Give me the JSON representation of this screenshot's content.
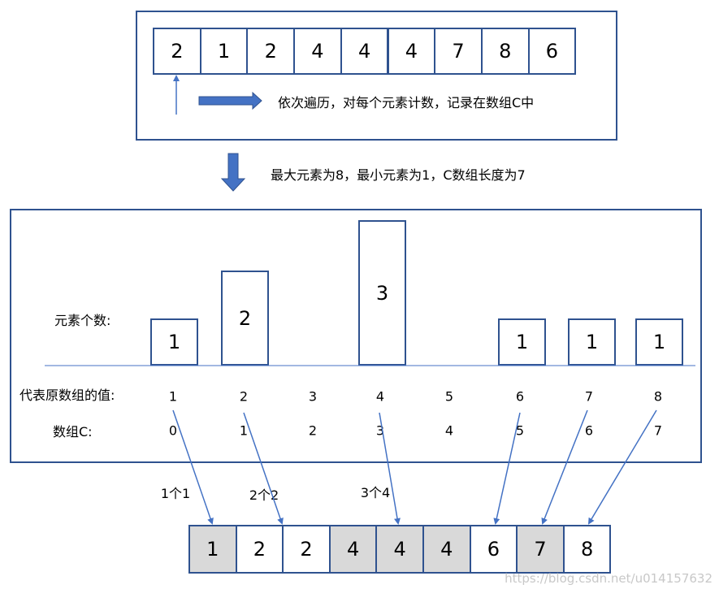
{
  "colors": {
    "border": "#2f528f",
    "arrow": "#4472c4",
    "shade": "#d9d9d9"
  },
  "top": {
    "array": [
      "2",
      "1",
      "2",
      "4",
      "4",
      "4",
      "7",
      "8",
      "6"
    ],
    "caption": "依次遍历，对每个元素计数，记录在数组C中"
  },
  "middle_caption": "最大元素为8，最小元素为1，C数组长度为7",
  "counts": {
    "label": "元素个数:",
    "bars": [
      {
        "value": "1",
        "count": 1
      },
      {
        "value": "2",
        "count": 2
      },
      {
        "value": "4",
        "count": 3
      },
      {
        "value": "6",
        "count": 1
      },
      {
        "value": "7",
        "count": 1
      },
      {
        "value": "8",
        "count": 1
      }
    ],
    "values_label": "代表原数组的值:",
    "values": [
      "1",
      "2",
      "3",
      "4",
      "5",
      "6",
      "7",
      "8"
    ],
    "index_label": "数组C:",
    "indices": [
      "0",
      "1",
      "2",
      "3",
      "4",
      "5",
      "6",
      "7"
    ]
  },
  "annotations": [
    "1个1",
    "2个2",
    "3个4"
  ],
  "sorted": {
    "array": [
      "1",
      "2",
      "2",
      "4",
      "4",
      "4",
      "6",
      "7",
      "8"
    ],
    "shaded": [
      true,
      false,
      false,
      true,
      true,
      true,
      false,
      true,
      false
    ]
  },
  "watermark": "https://blog.csdn.net/u014157632"
}
